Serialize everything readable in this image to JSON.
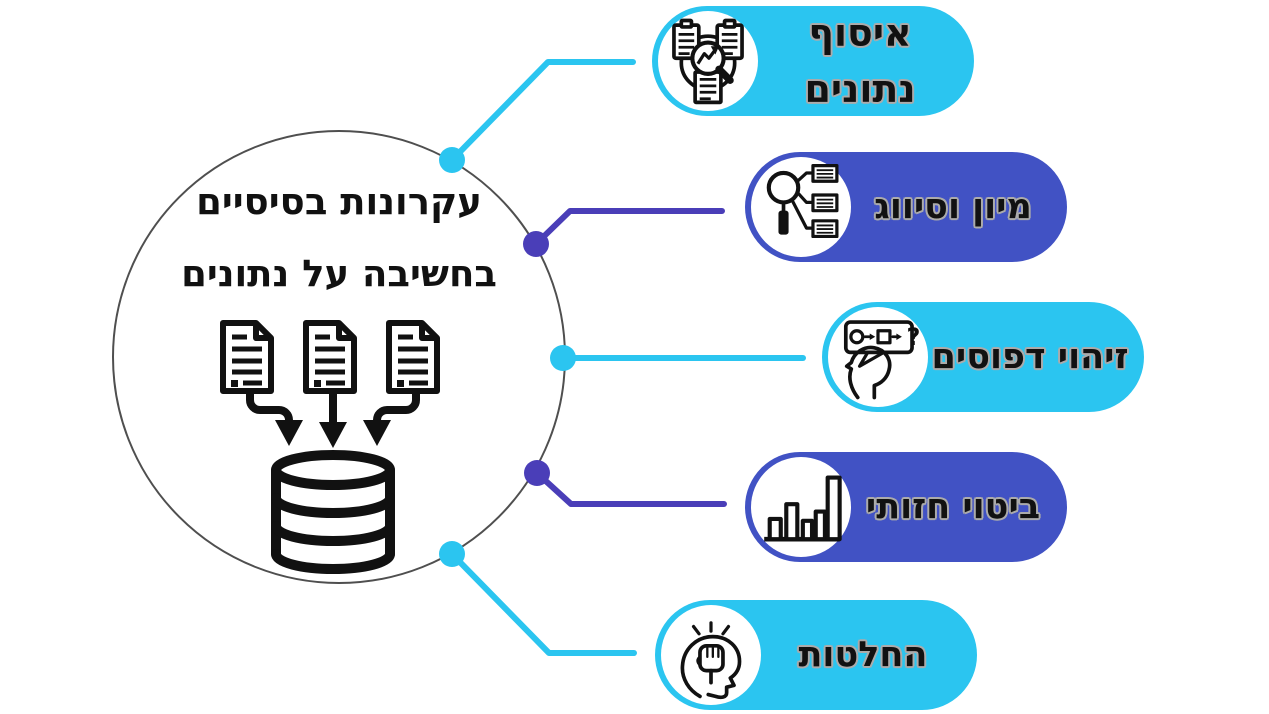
{
  "title": {
    "line1": "עקרונות בסיסיים",
    "line2": "בחשיבה על נתונים"
  },
  "center_icon": "three-documents-flowing-into-database",
  "colors": {
    "cyan": "#2bc5f0",
    "blue": "#4152c4",
    "indigo": "#4a3eb8",
    "stroke": "#4f4f4f",
    "ink": "#111111",
    "halo": "#ababab",
    "bg": "#ffffff"
  },
  "items": [
    {
      "id": "data-collection",
      "lines": [
        "איסוף",
        "נתונים"
      ],
      "pill_color": "#2bc5f0",
      "connector_color": "#2bc5f0",
      "icon": "clipboards-magnifier-trend-icon"
    },
    {
      "id": "sort-and-classify",
      "lines": [
        "מיון וסיווג"
      ],
      "pill_color": "#4152c4",
      "connector_color": "#4a3eb8",
      "icon": "magnifier-branching-lists-icon"
    },
    {
      "id": "pattern-recognition",
      "lines": [
        "זיהוי דפוסים"
      ],
      "pill_color": "#2bc5f0",
      "connector_color": "#2bc5f0",
      "icon": "head-with-sequence-bubble-icon"
    },
    {
      "id": "visual-expression",
      "lines": [
        "ביטוי חזותי"
      ],
      "pill_color": "#4152c4",
      "connector_color": "#4a3eb8",
      "icon": "bar-chart-icon"
    },
    {
      "id": "decisions",
      "lines": [
        "החלטות"
      ],
      "pill_color": "#2bc5f0",
      "connector_color": "#2bc5f0",
      "icon": "fist-in-head-icon"
    }
  ]
}
